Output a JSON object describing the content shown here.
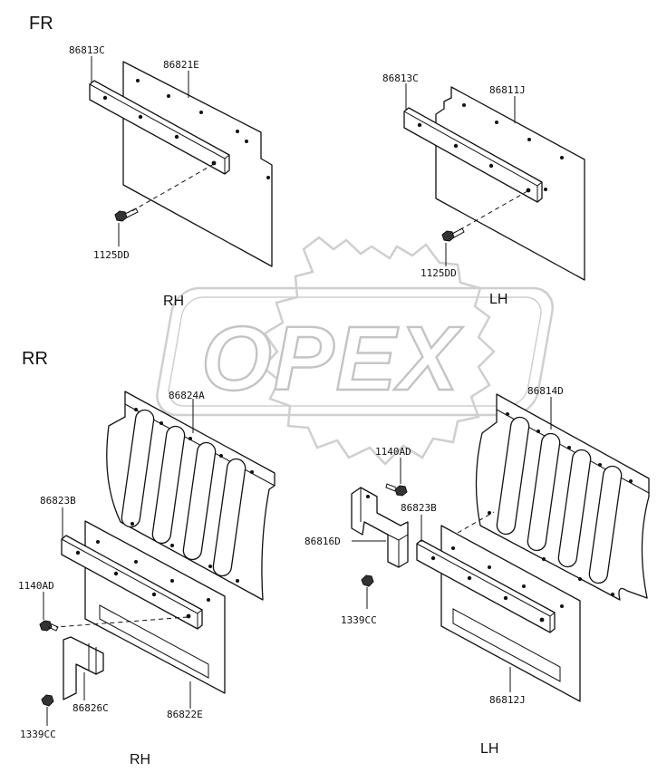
{
  "sections": {
    "front": "FR",
    "rear": "RR"
  },
  "sides": {
    "front_right": "RH",
    "front_left": "LH",
    "rear_right": "RH",
    "rear_left": "LH"
  },
  "watermark": {
    "text": "OPEX"
  },
  "parts": {
    "fr_rh_bracket": "86813C",
    "fr_rh_flap": "86821E",
    "fr_rh_bolt": "1125DD",
    "fr_lh_bracket": "86813C",
    "fr_lh_flap": "86811J",
    "fr_lh_bolt": "1125DD",
    "rr_rh_flap": "86824A",
    "rr_rh_bracket": "86823B",
    "rr_rh_bolt": "1140AD",
    "rr_rh_nut": "1339CC",
    "rr_rh_stay": "86826C",
    "rr_rh_mudguard": "86822E",
    "rr_lh_flap": "86814D",
    "rr_lh_bolt": "1140AD",
    "rr_lh_bracket": "86823B",
    "rr_lh_stay": "86816D",
    "rr_lh_nut": "1339CC",
    "rr_lh_mudguard": "86812J"
  }
}
